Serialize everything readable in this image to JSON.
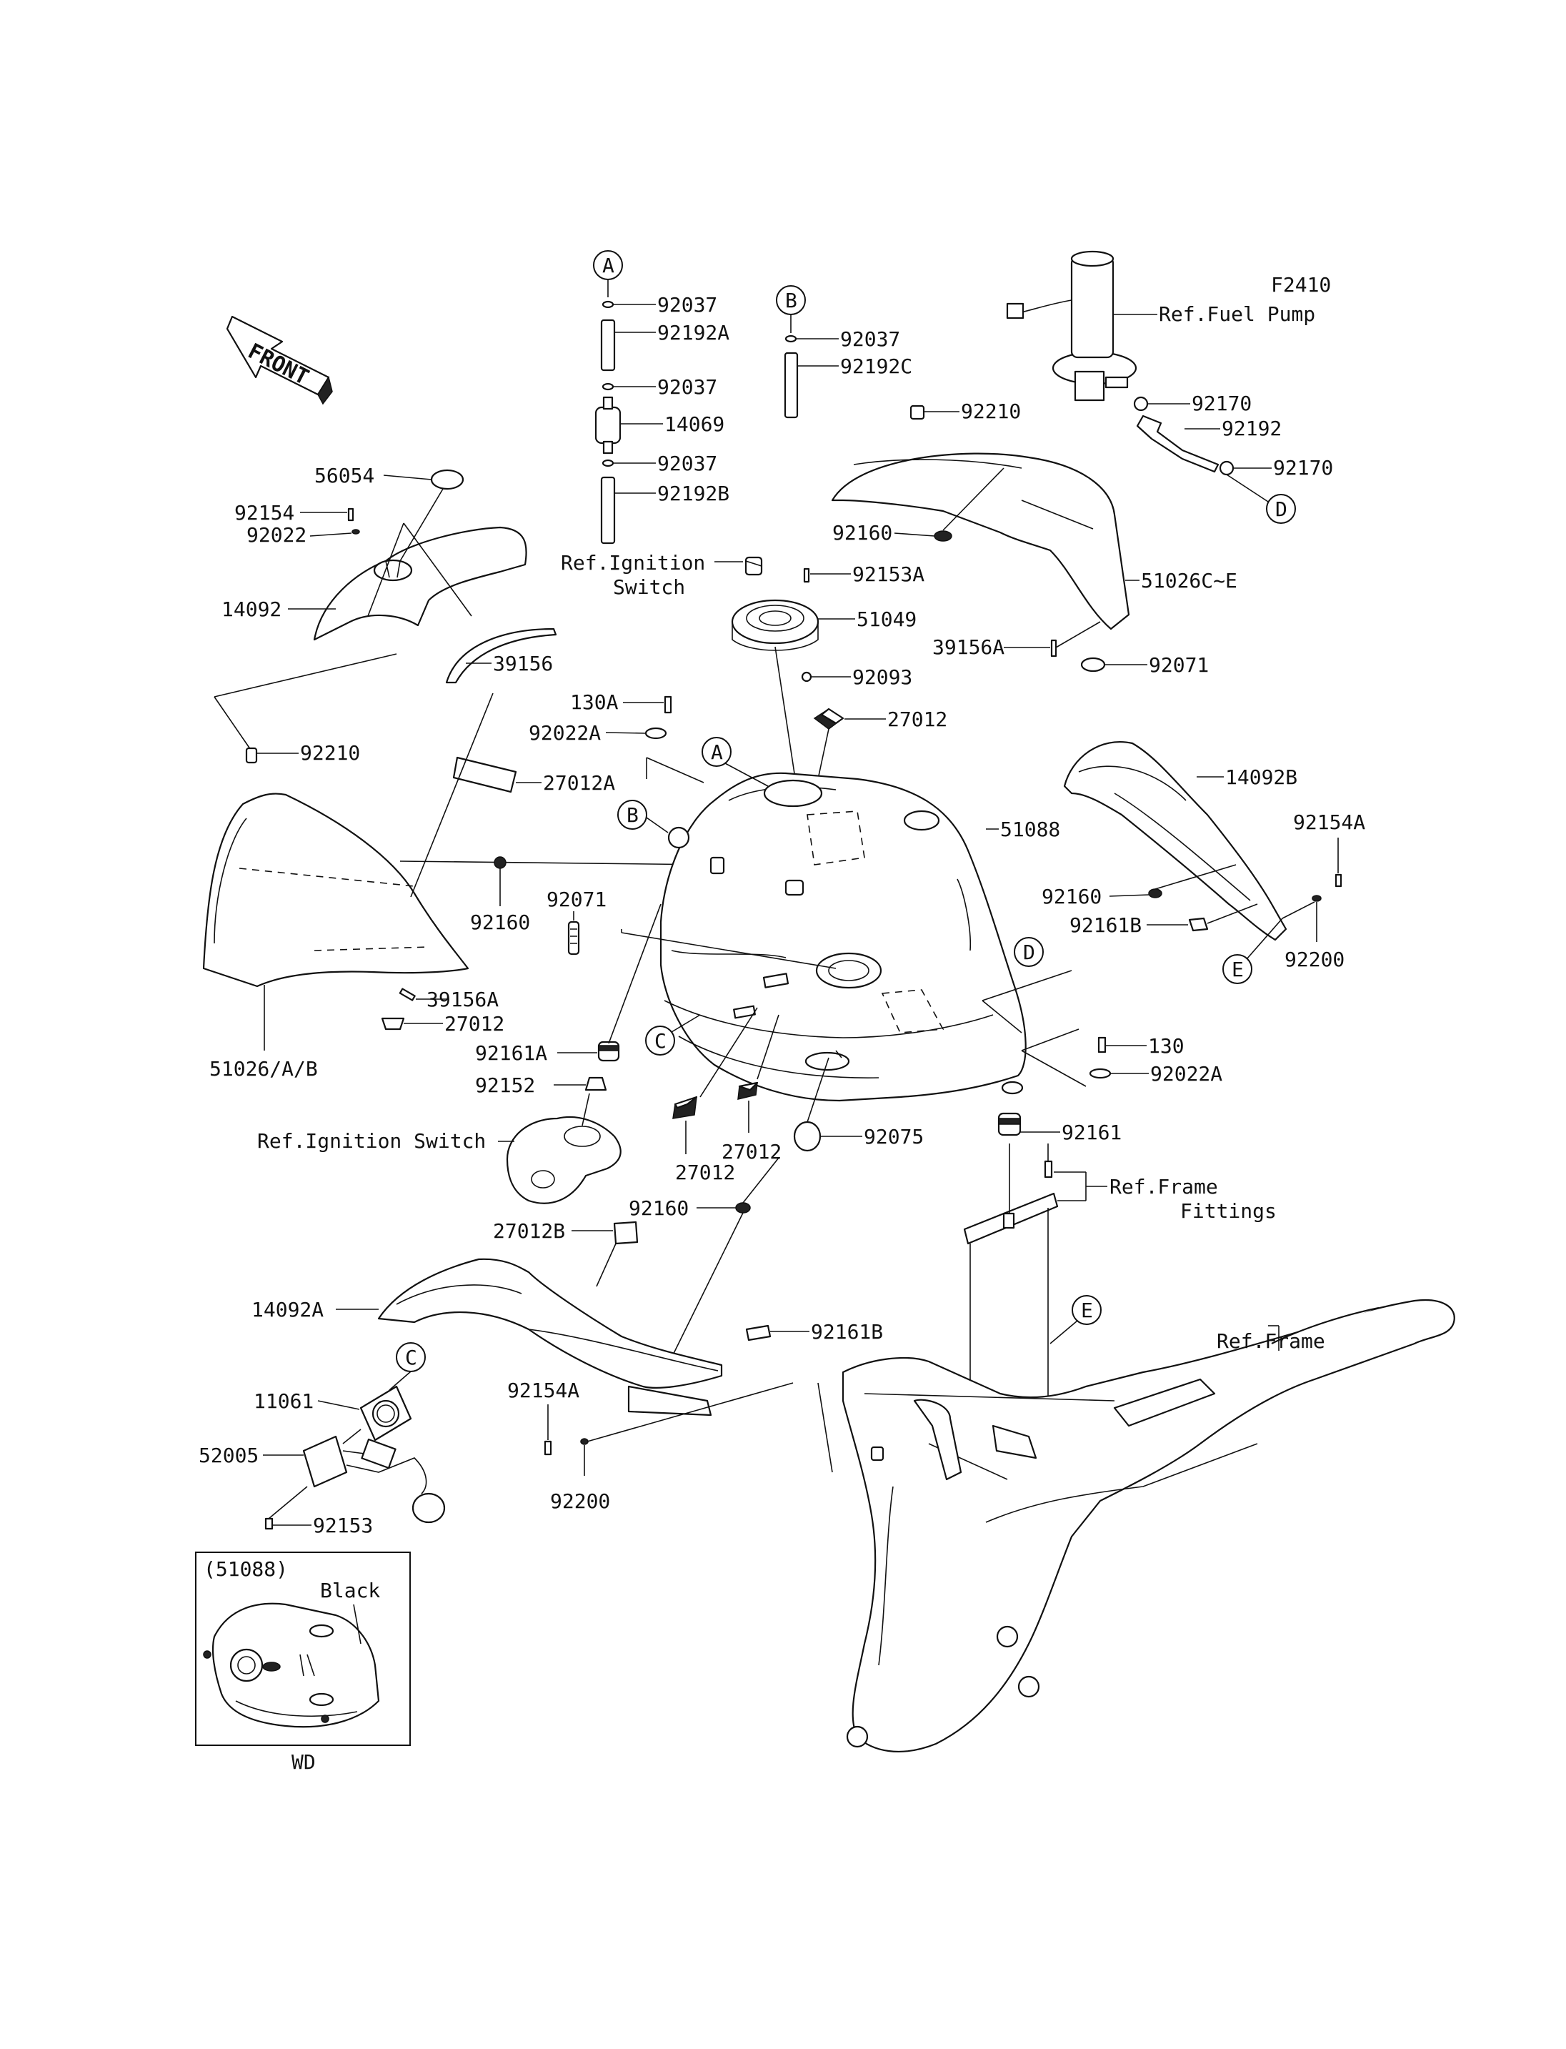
{
  "figure_code": "F2410",
  "front_badge": "FRONT",
  "labels": {
    "p92037_a1": "92037",
    "p92192A": "92192A",
    "p92037_a2": "92037",
    "p14069": "14069",
    "p92037_a3": "92037",
    "p92192B": "92192B",
    "p92037_b1": "92037",
    "p92192C": "92192C",
    "ref_fuel_pump": "Ref.Fuel Pump",
    "p92170_1": "92170",
    "p92192": "92192",
    "p92170_2": "92170",
    "p92210_top": "92210",
    "p92160_top": "92160",
    "p51026CE": "51026C~E",
    "p39156A_top": "39156A",
    "p92071_top": "92071",
    "p56054": "56054",
    "p92154": "92154",
    "p92022": "92022",
    "p14092": "14092",
    "p39156": "39156",
    "ref_ign_1": "Ref.Ignition",
    "ref_ign_2": "Switch",
    "p92153A": "92153A",
    "p51049": "51049",
    "p92093": "92093",
    "p130A": "130A",
    "p92022A_top": "92022A",
    "p27012_top": "27012",
    "p92210_left": "92210",
    "p27012A": "27012A",
    "p51088": "51088",
    "p14092B": "14092B",
    "p92154A_right": "92154A",
    "p92160_left": "92160",
    "p92071_mid": "92071",
    "p92160_right": "92160",
    "p92161B_right": "92161B",
    "p92200_right": "92200",
    "p39156A_left": "39156A",
    "p27012_left": "27012",
    "p51026AB": "51026/A/B",
    "p92161A": "92161A",
    "p92152": "92152",
    "p130": "130",
    "p92022A_right": "92022A",
    "p92075": "92075",
    "p92161": "92161",
    "ref_ign_switch_low": "Ref.Ignition Switch",
    "p27012_low1": "27012",
    "p27012_low2": "27012",
    "p92160_low": "92160",
    "ref_frame_fit_1": "Ref.Frame",
    "ref_frame_fit_2": "Fittings",
    "p27012B": "27012B",
    "p14092A": "14092A",
    "p92161B_low": "92161B",
    "ref_frame": "Ref.Frame",
    "p11061": "11061",
    "p52005": "52005",
    "p92154A_low": "92154A",
    "p92200_low": "92200",
    "p92153": "92153",
    "inset_code": "(51088)",
    "inset_color": "Black",
    "inset_caption": "WD"
  },
  "callouts": {
    "A_top": "A",
    "B_top": "B",
    "D_right": "D",
    "A_tank": "A",
    "B_tank": "B",
    "C_tank": "C",
    "D_tank": "D",
    "E_right": "E",
    "E_frame": "E",
    "C_low": "C"
  }
}
